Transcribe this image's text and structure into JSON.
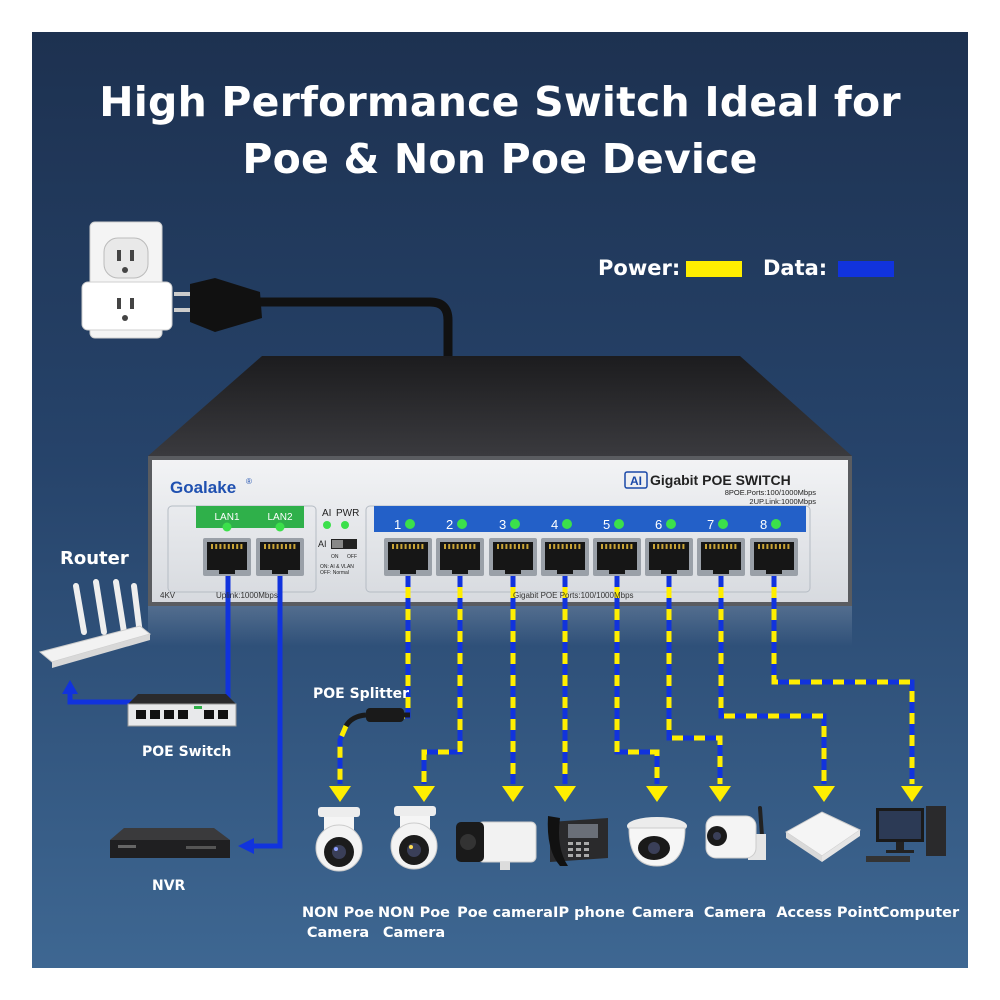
{
  "headline": {
    "line1": "High Performance Switch Ideal for",
    "line2": "Poe & Non Poe Device"
  },
  "legend": {
    "power_label": "Power:",
    "power_color": "#ffee00",
    "data_label": "Data:",
    "data_color": "#1133dd"
  },
  "switch": {
    "brand": "Goalake",
    "brand_mark": "®",
    "ai_badge": "AI",
    "model": "Gigabit POE SWITCH",
    "spec1": "8POE.Ports:100/1000Mbps",
    "spec2": "2UP.Link:1000Mbps",
    "lan1": "LAN1",
    "lan2": "LAN2",
    "ai_led": "AI",
    "pwr_led": "PWR",
    "ai_switch_label": "AI",
    "on_label": "ON",
    "off_label": "OFF",
    "mode_on": "ON: AI & VLAN",
    "mode_off": "OFF: Normal",
    "surge": "4KV",
    "uplink_caption": "Uplink:1000Mbps",
    "poe_caption": "Gigabit POE Ports:100/1000Mbps",
    "port_numbers": [
      "1",
      "2",
      "3",
      "4",
      "5",
      "6",
      "7",
      "8"
    ]
  },
  "side": {
    "router": "Router",
    "poe_switch": "POE Switch",
    "nvr": "NVR",
    "poe_splitter": "POE Splitter"
  },
  "devices": [
    {
      "line1": "NON Poe",
      "line2": "Camera",
      "icon": "dome-camera-icon"
    },
    {
      "line1": "NON Poe",
      "line2": "Camera",
      "icon": "dome-camera-icon"
    },
    {
      "line1": "Poe camera",
      "line2": "",
      "icon": "bullet-camera-icon"
    },
    {
      "line1": "IP phone",
      "line2": "",
      "icon": "ip-phone-icon"
    },
    {
      "line1": "Camera",
      "line2": "",
      "icon": "turret-camera-icon"
    },
    {
      "line1": "Camera",
      "line2": "",
      "icon": "wifi-camera-icon"
    },
    {
      "line1": "Access Point",
      "line2": "",
      "icon": "access-point-icon"
    },
    {
      "line1": "Computer",
      "line2": "",
      "icon": "computer-icon"
    }
  ]
}
